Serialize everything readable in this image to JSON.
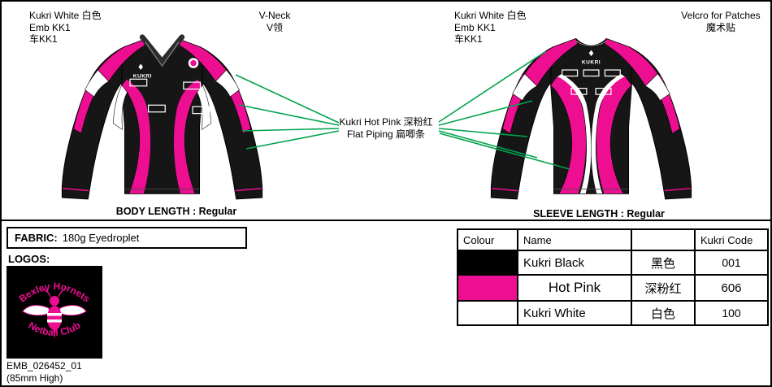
{
  "colors": {
    "pink": "#ed0e92",
    "green": "#00a24d",
    "gb": "#161616"
  },
  "annotations": {
    "front_emb": {
      "line1": "Kukri White 白色",
      "line2": "Emb KK1",
      "line3": "车KK1"
    },
    "v_neck": {
      "line1": "V-Neck",
      "line2": "V领"
    },
    "back_emb": {
      "line1": "Kukri White 白色",
      "line2": "Emb KK1",
      "line3": "车KK1"
    },
    "velcro": {
      "line1": "Velcro for Patches",
      "line2": "魔术贴"
    },
    "piping": {
      "line1": "Kukri Hot Pink 深粉红",
      "line2": "Flat Piping 扁唧条"
    },
    "body_length": "BODY LENGTH : Regular",
    "sleeve_length": "SLEEVE LENGTH : Regular"
  },
  "garment": {
    "brand": "KUKRI"
  },
  "fabric": {
    "label": "FABRIC:",
    "value": "180g Eyedroplet"
  },
  "logos": {
    "label": "LOGOS:",
    "crest_top": "Bexley Hornets",
    "crest_bottom": "Netball Club",
    "emb_code": "EMB_026452_01",
    "emb_height": "(85mm High)"
  },
  "color_table": {
    "headers": [
      "Colour",
      "Name",
      "",
      "Kukri Code"
    ],
    "rows": [
      {
        "swatch": "black",
        "name": "Kukri Black",
        "cn": "黑色",
        "code": "001"
      },
      {
        "swatch": "pink",
        "name": "Hot Pink",
        "cn": "深粉红",
        "code": "606"
      },
      {
        "swatch": "white",
        "name": "Kukri White",
        "cn": "白色",
        "code": "100"
      }
    ]
  }
}
